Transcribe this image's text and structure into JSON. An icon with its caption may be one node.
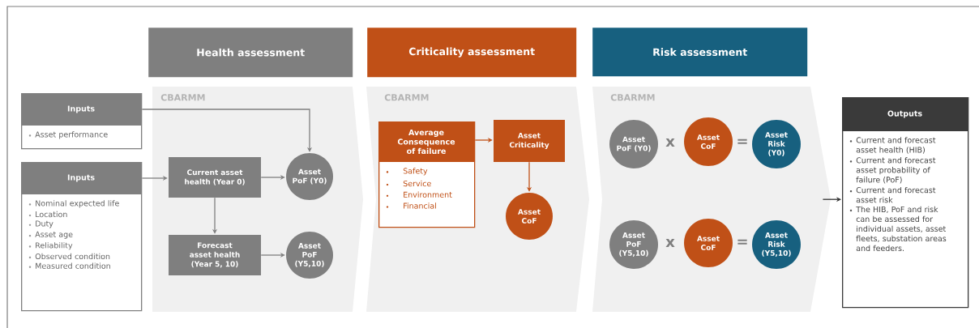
{
  "diagram": {
    "nodes": [
      {
        "text": [
          "Health assessment"
        ]
      },
      {
        "text": [
          "Criticality assessment"
        ]
      },
      {
        "text": [
          "Risk assessment"
        ]
      },
      {
        "text": [
          "CBARMM"
        ]
      },
      {
        "text": [
          "CBARMM"
        ]
      },
      {
        "text": [
          "CBARMM"
        ]
      },
      {
        "text": [
          "Inputs",
          "Asset performance"
        ]
      },
      {
        "text": [
          "Inputs",
          "Nominal expected life",
          "Location",
          "Duty",
          "Asset age",
          "Reliability",
          "Observed condition",
          "Measured condition"
        ]
      },
      {
        "text": [
          "Current asset health (Year 0)"
        ],
        "in": 3
      },
      {
        "text": [
          "Forecast asset health (Year 5, 10)"
        ],
        "in": 3
      },
      {
        "text": [
          "Asset PoF (Y0)"
        ],
        "in": 3
      },
      {
        "text": [
          "Asset PoF (Y5,10)"
        ],
        "in": 3
      },
      {
        "text": [
          "Average Consequence of failure",
          "Safety",
          "Service",
          "Environment",
          "Financial"
        ],
        "in": 4
      },
      {
        "text": [
          "Asset Criticality"
        ],
        "in": 4
      },
      {
        "text": [
          "Asset CoF"
        ],
        "in": 4
      },
      {
        "text": [
          "Asset PoF (Y0)"
        ],
        "in": 5
      },
      {
        "text": [
          "Asset CoF"
        ],
        "in": 5
      },
      {
        "text": [
          "Asset Risk (Y0)"
        ],
        "in": 5
      },
      {
        "text": [
          "Asset PoF (Y5,10)"
        ],
        "in": 5
      },
      {
        "text": [
          "Asset CoF"
        ],
        "in": 5
      },
      {
        "text": [
          "Asset Risk (Y5,10)"
        ],
        "in": 5
      },
      {
        "text": [
          "Outputs",
          "Current and forecast asset health (HIB)",
          "Current and forecast asset probability of failure (PoF)",
          "Current and forecast asset risk",
          "The HIB, PoF and risk can be assessed for individual assets, asset fleets, substation areas and feeders."
        ]
      }
    ],
    "edges": [
      {
        "from": 6,
        "to": 10,
        "arrow": "to"
      },
      {
        "from": 7,
        "to": 8,
        "arrow": "to"
      },
      {
        "from": 8,
        "to": 10,
        "arrow": "to"
      },
      {
        "from": 8,
        "to": 9,
        "arrow": "to"
      },
      {
        "from": 9,
        "to": 11,
        "arrow": "to"
      },
      {
        "from": 12,
        "to": 13,
        "arrow": "to",
        "color": "#c05017"
      },
      {
        "from": 13,
        "to": 14,
        "arrow": "to",
        "color": "#c05017"
      },
      {
        "from": 5,
        "to": 21,
        "arrow": "to",
        "color": "#333333"
      }
    ],
    "labels": [
      "x",
      "=",
      "x",
      "="
    ]
  }
}
